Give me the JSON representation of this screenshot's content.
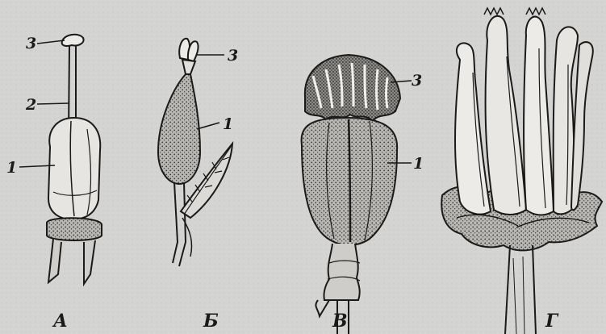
{
  "figures": [
    {
      "caption": "А",
      "parts": [
        {
          "label": "3"
        },
        {
          "label": "2"
        },
        {
          "label": "1"
        }
      ]
    },
    {
      "caption": "Б",
      "parts": [
        {
          "label": "3"
        },
        {
          "label": "1"
        }
      ]
    },
    {
      "caption": "В",
      "parts": [
        {
          "label": "3"
        },
        {
          "label": "1"
        }
      ]
    },
    {
      "caption": "Г",
      "parts": []
    }
  ],
  "colors": {
    "ink": "#1a1a1a",
    "paper": "#d4d4d2",
    "fill_light": "#ecebe8",
    "fill_stipple": "#8e8c88"
  }
}
